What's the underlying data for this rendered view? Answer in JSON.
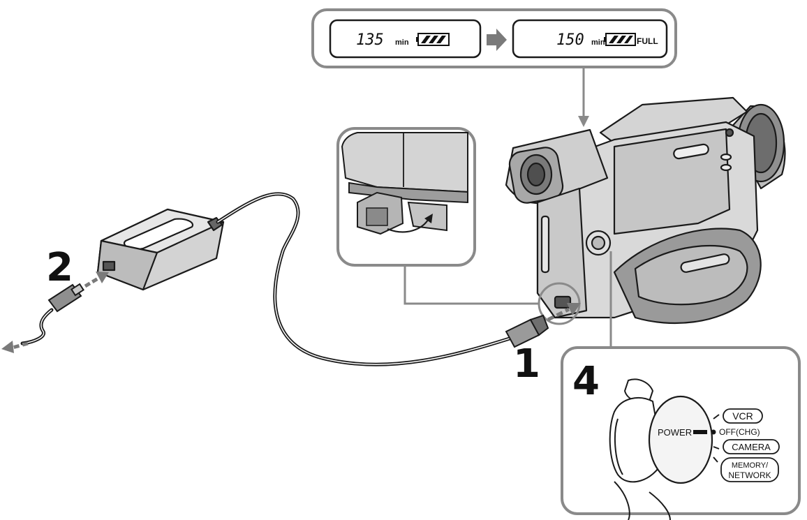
{
  "display": {
    "before_time": "135",
    "before_unit": "min",
    "after_time": "150",
    "after_unit": "min",
    "after_status": "FULL"
  },
  "steps": {
    "step1": "1",
    "step2": "2",
    "step4": "4"
  },
  "power_dial": {
    "label": "POWER",
    "positions": {
      "vcr": "VCR",
      "off": "OFF(CHG)",
      "camera": "CAMERA",
      "memory_line1": "MEMORY/",
      "memory_line2": "NETWORK"
    }
  },
  "colors": {
    "line": "#1a1a1a",
    "callout_border": "#8a8a8a",
    "arrow_gray": "#7a7a7a",
    "body_gray": "#d9d9d9",
    "body_dark": "#9a9a9a"
  }
}
